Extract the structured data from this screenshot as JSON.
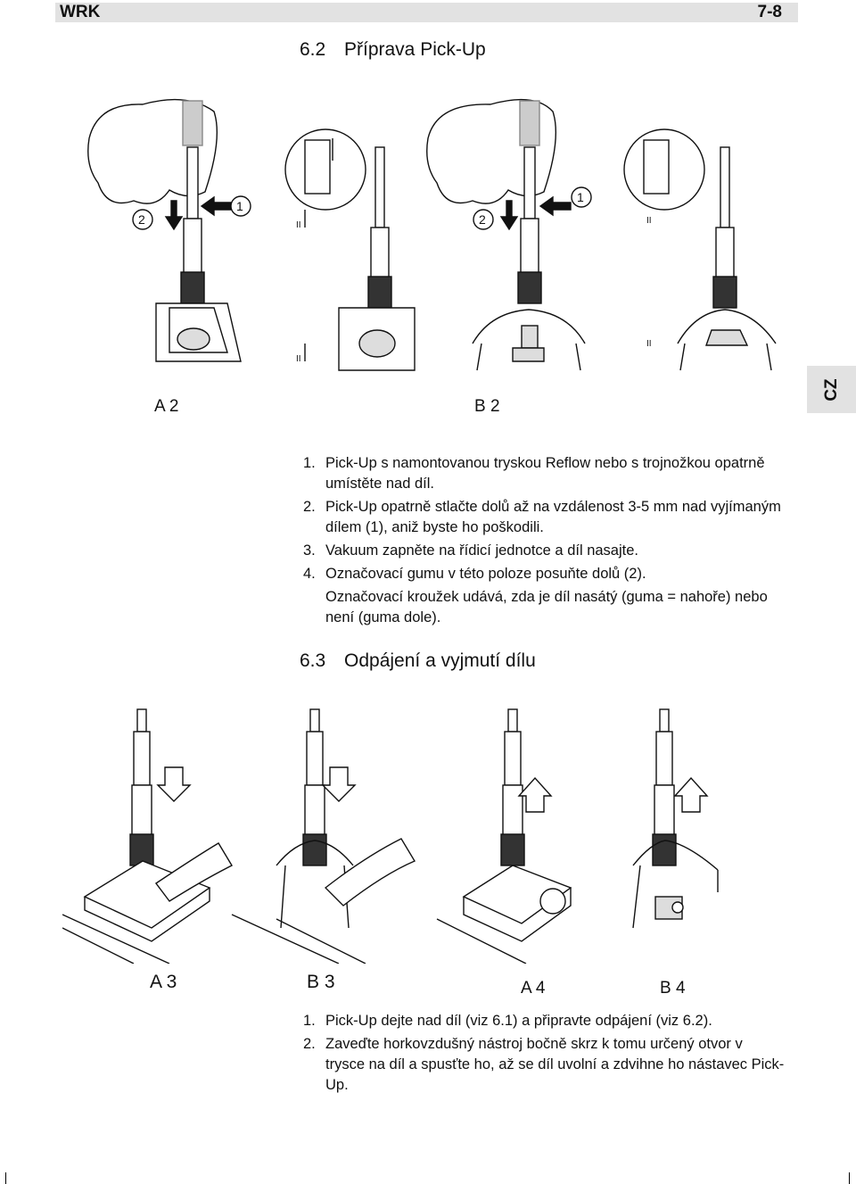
{
  "header": {
    "left": "WRK",
    "right": "7-8"
  },
  "side_tab": "CZ",
  "section1": {
    "number": "6.2",
    "title": "Příprava Pick-Up",
    "figures": [
      {
        "label": "A 2",
        "callouts": [
          "2",
          "1"
        ],
        "marks": [
          "II",
          "II"
        ]
      },
      {
        "label": "B 2",
        "callouts": [
          "2",
          "1"
        ],
        "marks": [
          "II",
          "II"
        ]
      }
    ],
    "steps": [
      {
        "n": "1.",
        "text": "Pick-Up s namontovanou tryskou Reflow nebo s trojnožkou opatrně umístěte nad díl."
      },
      {
        "n": "2.",
        "text": "Pick-Up opatrně stlačte dolů až na vzdálenost 3-5 mm nad vyjímaným dílem (1), aniž byste ho poškodili."
      },
      {
        "n": "3.",
        "text": "Vakuum zapněte na řídicí jednotce a díl nasajte."
      },
      {
        "n": "4.",
        "text": "Označovací gumu v této poloze posuňte dolů (2)."
      }
    ],
    "note": "Označovací kroužek udává, zda je díl nasátý (guma = nahoře) nebo není (guma dole)."
  },
  "section2": {
    "number": "6.3",
    "title": "Odpájení a vyjmutí dílu",
    "figure_labels": [
      "A 3",
      "B 3",
      "A 4",
      "B 4"
    ],
    "steps": [
      {
        "n": "1.",
        "text": "Pick-Up dejte nad díl (viz 6.1) a připravte odpájení (viz 6.2)."
      },
      {
        "n": "2.",
        "text": "Zaveďte horkovzdušný nástroj bočně skrz k tomu určený otvor v trysce na díl a spusťte ho, až se díl uvolní a zdvihne ho nástavec Pick-Up."
      }
    ]
  }
}
